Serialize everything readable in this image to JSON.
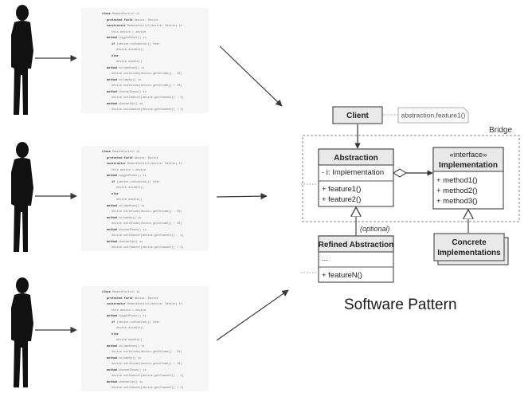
{
  "caption": "Software Pattern",
  "code_snippets": [
    {
      "lines": [
        {
          "kw": "class",
          "text": "RemoteControl is"
        },
        {
          "kw": "protected field",
          "text": "device: Device"
        },
        {
          "kw": "constructor",
          "text": "RemoteControl(device: Device) is"
        },
        {
          "kw": "",
          "text": "this.device = device"
        },
        {
          "kw": "method",
          "text": "togglePower() is"
        },
        {
          "kw": "if",
          "text": "(device.isEnabled()) then"
        },
        {
          "kw": "",
          "text": "device.disable()"
        },
        {
          "kw": "else",
          "text": ""
        },
        {
          "kw": "",
          "text": "device.enable()"
        },
        {
          "kw": "method",
          "text": "volumeDown() is"
        },
        {
          "kw": "",
          "text": "device.setVolume(device.getVolume() - 10)"
        },
        {
          "kw": "method",
          "text": "volumeUp() is"
        },
        {
          "kw": "",
          "text": "device.setVolume(device.getVolume() + 10)"
        },
        {
          "kw": "method",
          "text": "channelDown() is"
        },
        {
          "kw": "",
          "text": "device.setChannel(device.getChannel() - 1)"
        },
        {
          "kw": "method",
          "text": "channelUp() is"
        },
        {
          "kw": "",
          "text": "device.setChannel(device.getChannel() + 1)"
        }
      ]
    },
    {
      "lines": [
        {
          "kw": "class",
          "text": "RemoteControl is"
        },
        {
          "kw": "protected field",
          "text": "device: Device"
        },
        {
          "kw": "constructor",
          "text": "RemoteControl(device: Device) is"
        },
        {
          "kw": "",
          "text": "this.device = device"
        },
        {
          "kw": "method",
          "text": "togglePower() is"
        },
        {
          "kw": "if",
          "text": "(device.isEnabled()) then"
        },
        {
          "kw": "",
          "text": "device.disable()"
        },
        {
          "kw": "else",
          "text": ""
        },
        {
          "kw": "",
          "text": "device.enable()"
        },
        {
          "kw": "method",
          "text": "volumeDown() is"
        },
        {
          "kw": "",
          "text": "device.setVolume(device.getVolume() - 10)"
        },
        {
          "kw": "method",
          "text": "volumeUp() is"
        },
        {
          "kw": "",
          "text": "device.setVolume(device.getVolume() + 10)"
        },
        {
          "kw": "method",
          "text": "channelDown() is"
        },
        {
          "kw": "",
          "text": "device.setChannel(device.getChannel() - 1)"
        },
        {
          "kw": "method",
          "text": "channelUp() is"
        },
        {
          "kw": "",
          "text": "device.setChannel(device.getChannel() + 1)"
        }
      ]
    },
    {
      "lines": [
        {
          "kw": "class",
          "text": "RemoteControl is"
        },
        {
          "kw": "protected field",
          "text": "device: Device"
        },
        {
          "kw": "constructor",
          "text": "RemoteControl(device: Device) is"
        },
        {
          "kw": "",
          "text": "this.device = device"
        },
        {
          "kw": "method",
          "text": "togglePower() is"
        },
        {
          "kw": "if",
          "text": "(device.isEnabled()) then"
        },
        {
          "kw": "",
          "text": "device.disable()"
        },
        {
          "kw": "else",
          "text": ""
        },
        {
          "kw": "",
          "text": "device.enable()"
        },
        {
          "kw": "method",
          "text": "volumeDown() is"
        },
        {
          "kw": "",
          "text": "device.setVolume(device.getVolume() - 10)"
        },
        {
          "kw": "method",
          "text": "volumeUp() is"
        },
        {
          "kw": "",
          "text": "device.setVolume(device.getVolume() + 10)"
        },
        {
          "kw": "method",
          "text": "channelDown() is"
        },
        {
          "kw": "",
          "text": "device.setChannel(device.getChannel() - 1)"
        },
        {
          "kw": "method",
          "text": "channelUp() is"
        },
        {
          "kw": "",
          "text": "device.setChannel(device.getChannel() + 1)"
        }
      ]
    }
  ],
  "uml": {
    "client": "Client",
    "note": "abstraction.feature1()",
    "bridge_label": "Bridge",
    "abstraction": {
      "name": "Abstraction",
      "field": "- i: Implementation",
      "methods": [
        "+ feature1()",
        "+ feature2()"
      ]
    },
    "implementation": {
      "stereotype": "«interface»",
      "name": "Implementation",
      "methods": [
        "+ method1()",
        "+ method2()",
        "+ method3()"
      ]
    },
    "optional_label": "(optional)",
    "refined": {
      "name": "Refined Abstraction",
      "field": "...",
      "method": "+ featureN()"
    },
    "concrete": {
      "line1": "Concrete",
      "line2": "Implementations"
    }
  },
  "colors": {
    "person": "#111111",
    "arrow": "#3a3a3a",
    "uml_header": "#e9e9e9",
    "uml_border": "#555555",
    "code_bg": "#f6f6f6"
  }
}
